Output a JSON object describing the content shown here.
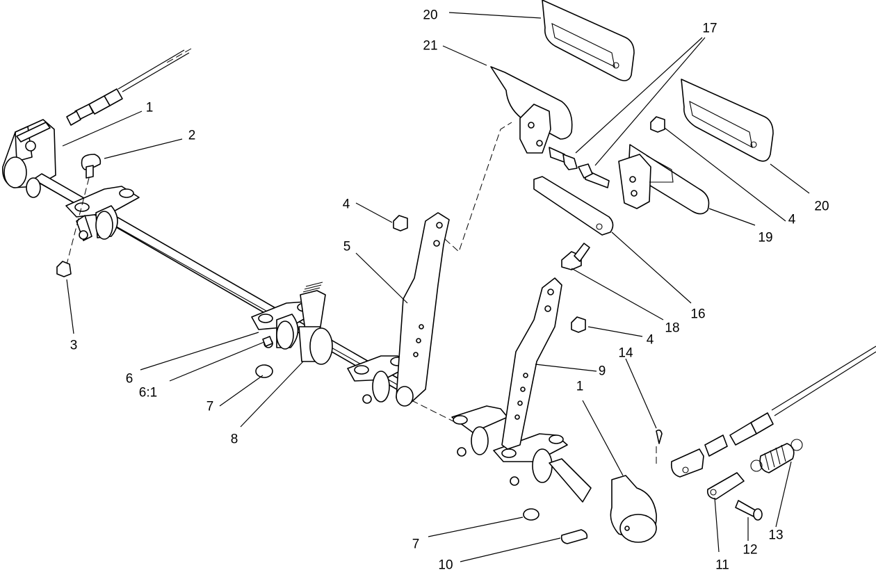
{
  "diagram": {
    "type": "exploded parts diagram",
    "callouts": [
      {
        "id": "c20a",
        "label": "20"
      },
      {
        "id": "c21",
        "label": "21"
      },
      {
        "id": "c17",
        "label": "17"
      },
      {
        "id": "c1a",
        "label": "1"
      },
      {
        "id": "c2",
        "label": "2"
      },
      {
        "id": "c3",
        "label": "3"
      },
      {
        "id": "c4a",
        "label": "4"
      },
      {
        "id": "c5",
        "label": "5"
      },
      {
        "id": "c6",
        "label": "6"
      },
      {
        "id": "c61",
        "label": "6:1"
      },
      {
        "id": "c7a",
        "label": "7"
      },
      {
        "id": "c8",
        "label": "8"
      },
      {
        "id": "c20b",
        "label": "20"
      },
      {
        "id": "c4b",
        "label": "4"
      },
      {
        "id": "c19",
        "label": "19"
      },
      {
        "id": "c16",
        "label": "16"
      },
      {
        "id": "c18",
        "label": "18"
      },
      {
        "id": "c4c",
        "label": "4"
      },
      {
        "id": "c9",
        "label": "9"
      },
      {
        "id": "c14",
        "label": "14"
      },
      {
        "id": "c1b",
        "label": "1"
      },
      {
        "id": "c13",
        "label": "13"
      },
      {
        "id": "c12",
        "label": "12"
      },
      {
        "id": "c11",
        "label": "11"
      },
      {
        "id": "c7b",
        "label": "7"
      },
      {
        "id": "c10",
        "label": "10"
      }
    ]
  }
}
